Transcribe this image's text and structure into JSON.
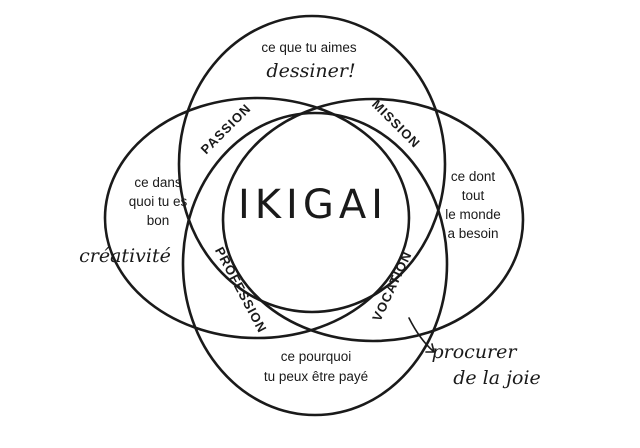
{
  "center": "IKIGAI",
  "circles": {
    "top": {
      "lines": [
        "ce que tu aimes"
      ],
      "note": "dessiner!"
    },
    "left": {
      "lines": [
        "ce dans",
        "quoi tu es",
        "bon"
      ],
      "note": "créativité"
    },
    "right": {
      "lines": [
        "ce dont",
        "tout",
        "le monde",
        "a besoin"
      ]
    },
    "bottom": {
      "lines": [
        "ce pourquoi",
        "tu peux être payé"
      ]
    }
  },
  "overlaps": {
    "passion": "PASSION",
    "mission": "MISSION",
    "profession": "PROFESSION",
    "vocation": "VOCATION"
  },
  "side_note": {
    "lines": [
      "procurer",
      "de la joie"
    ]
  }
}
